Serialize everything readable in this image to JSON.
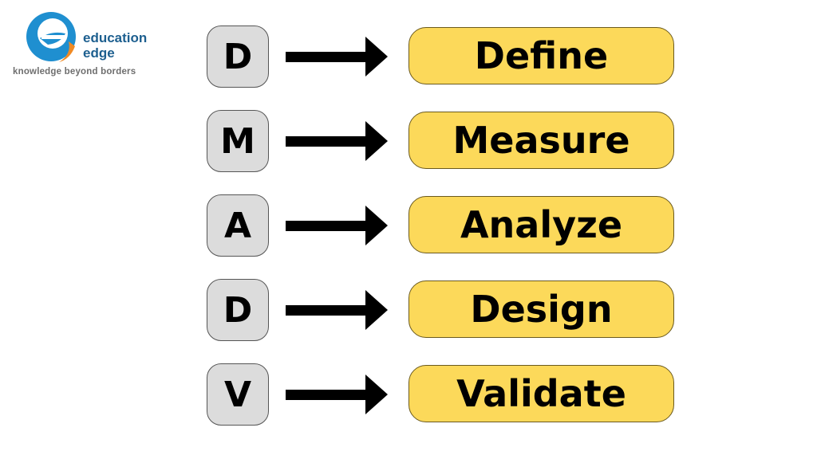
{
  "logo": {
    "word1": "education",
    "word2": "edge",
    "tagline": "knowledge beyond borders",
    "colors": {
      "blue": "#1f8fd0",
      "orange": "#f08a24",
      "text": "#1d5f8f"
    }
  },
  "diagram": {
    "title": "DMADV",
    "steps": [
      {
        "letter": "D",
        "label": "Define"
      },
      {
        "letter": "M",
        "label": "Measure"
      },
      {
        "letter": "A",
        "label": "Analyze"
      },
      {
        "letter": "D",
        "label": "Design"
      },
      {
        "letter": "V",
        "label": "Validate"
      }
    ],
    "colors": {
      "letter_box": "#dcdcdc",
      "pill": "#fcd95a",
      "arrow": "#000000"
    }
  }
}
